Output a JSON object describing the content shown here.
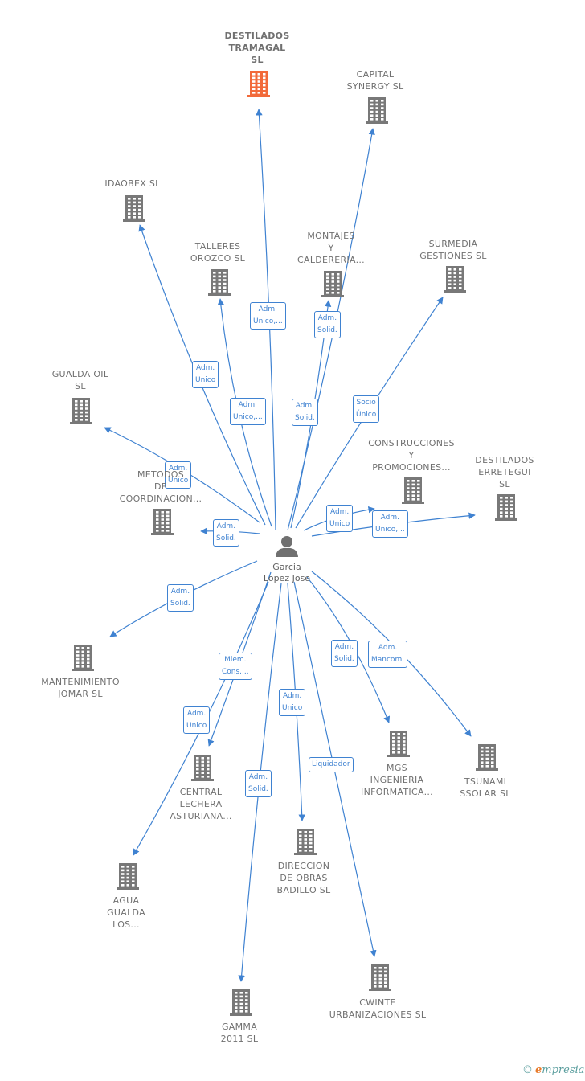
{
  "center": {
    "name": "Garcia Lopez Jose",
    "lines": [
      "Garcia",
      "Lopez Jose"
    ]
  },
  "nodes": [
    {
      "id": "destilados-tramagal",
      "lines": [
        "DESTILADOS",
        "TRAMAGAL",
        "SL"
      ],
      "highlight": true
    },
    {
      "id": "capital-synergy",
      "lines": [
        "CAPITAL",
        "SYNERGY  SL"
      ]
    },
    {
      "id": "idaobex",
      "lines": [
        "IDAOBEX SL"
      ]
    },
    {
      "id": "talleres-orozco",
      "lines": [
        "TALLERES",
        "OROZCO  SL"
      ]
    },
    {
      "id": "montajes-caldereria",
      "lines": [
        "MONTAJES",
        "Y",
        "CALDERERIA..."
      ]
    },
    {
      "id": "surmedia-gestiones",
      "lines": [
        "SURMEDIA",
        "GESTIONES SL"
      ]
    },
    {
      "id": "gualda-oil",
      "lines": [
        "GUALDA OIL",
        "SL"
      ]
    },
    {
      "id": "construcciones-promociones",
      "lines": [
        "CONSTRUCCIONES",
        "Y",
        "PROMOCIONES..."
      ]
    },
    {
      "id": "destilados-erretegui",
      "lines": [
        "DESTILADOS",
        "ERRETEGUI",
        "SL"
      ]
    },
    {
      "id": "metodos-coordinacion",
      "lines": [
        "METODOS",
        "DE",
        "COORDINACION..."
      ]
    },
    {
      "id": "mantenimiento-jomar",
      "lines": [
        "MANTENIMIENTO",
        "JOMAR  SL"
      ]
    },
    {
      "id": "central-lechera",
      "lines": [
        "CENTRAL",
        "LECHERA",
        "ASTURIANA..."
      ]
    },
    {
      "id": "mgs-ingenieria",
      "lines": [
        "MGS",
        "INGENIERIA",
        "INFORMATICA..."
      ]
    },
    {
      "id": "tsunami-ssolar",
      "lines": [
        "TSUNAMI",
        "SSOLAR SL"
      ]
    },
    {
      "id": "agua-gualda",
      "lines": [
        "AGUA",
        "GUALDA",
        "LOS..."
      ]
    },
    {
      "id": "direccion-obras-badillo",
      "lines": [
        "DIRECCION",
        "DE OBRAS",
        "BADILLO SL"
      ]
    },
    {
      "id": "cwinte-urbanizaciones",
      "lines": [
        "CWINTE",
        "URBANIZACIONES SL"
      ]
    },
    {
      "id": "gamma-2011",
      "lines": [
        "GAMMA",
        "2011 SL"
      ]
    }
  ],
  "edges": [
    {
      "target": "destilados-tramagal",
      "role": [
        "Adm.",
        "Unico,..."
      ]
    },
    {
      "target": "capital-synergy",
      "role": [
        "Adm.",
        "Solid."
      ]
    },
    {
      "target": "idaobex",
      "role": [
        "Adm.",
        "Unico"
      ]
    },
    {
      "target": "talleres-orozco",
      "role": [
        "Adm.",
        "Unico,..."
      ]
    },
    {
      "target": "montajes-caldereria",
      "role": [
        "Adm.",
        "Solid."
      ]
    },
    {
      "target": "surmedia-gestiones",
      "role": [
        "Socio",
        "Único"
      ]
    },
    {
      "target": "gualda-oil",
      "role": [
        "Adm.",
        "Unico"
      ]
    },
    {
      "target": "construcciones-promociones",
      "role": [
        "Adm.",
        "Unico"
      ]
    },
    {
      "target": "destilados-erretegui",
      "role": [
        "Adm.",
        "Unico,..."
      ]
    },
    {
      "target": "metodos-coordinacion",
      "role": [
        "Adm.",
        "Solid."
      ]
    },
    {
      "target": "mantenimiento-jomar",
      "role": [
        "Adm.",
        "Solid."
      ]
    },
    {
      "target": "central-lechera",
      "role": [
        "Miem.",
        "Cons...."
      ]
    },
    {
      "target": "agua-gualda",
      "role": [
        "Adm.",
        "Unico"
      ]
    },
    {
      "target": "gamma-2011",
      "role": [
        "Adm.",
        "Solid."
      ]
    },
    {
      "target": "direccion-obras-badillo",
      "role": [
        "Adm.",
        "Unico"
      ]
    },
    {
      "target": "cwinte-urbanizaciones",
      "role": [
        "Liquidador"
      ]
    },
    {
      "target": "mgs-ingenieria",
      "role": [
        "Adm.",
        "Solid."
      ]
    },
    {
      "target": "tsunami-ssolar",
      "role": [
        "Adm.",
        "Mancom."
      ]
    }
  ],
  "colors": {
    "edge": "#3f82d1",
    "building": "#787878",
    "building_highlight": "#f26a3a",
    "person": "#707070"
  },
  "brand": {
    "copyright": "©",
    "name_first": "e",
    "name_rest": "mpresia"
  }
}
